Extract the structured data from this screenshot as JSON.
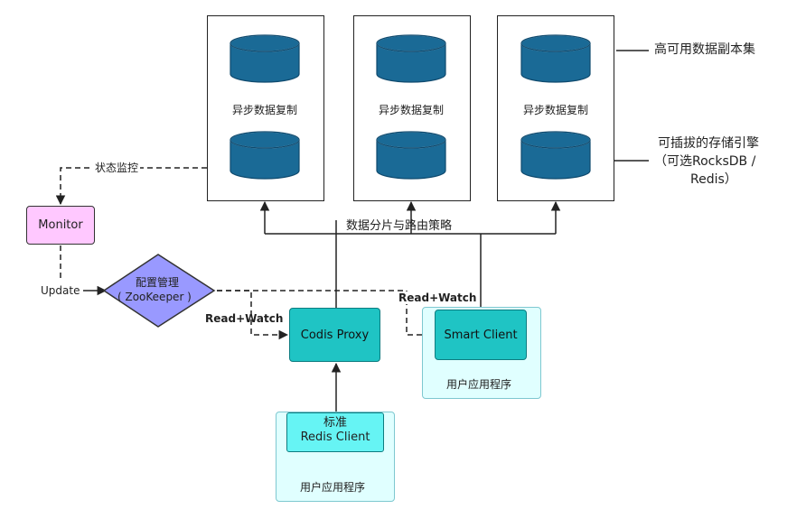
{
  "shards": [
    {
      "replication_label": "异步数据复制"
    },
    {
      "replication_label": "异步数据复制"
    },
    {
      "replication_label": "异步数据复制"
    }
  ],
  "annotations": {
    "ha_replica_set": "高可用数据副本集",
    "pluggable_storage_line1": "可插拔的存储引擎",
    "pluggable_storage_line2": "（可选RocksDB /",
    "pluggable_storage_line3": "Redis）",
    "sharding_routing": "数据分片与路由策略",
    "status_monitor": "状态监控",
    "update": "Update",
    "read_watch_proxy": "Read+Watch",
    "read_watch_client": "Read+Watch"
  },
  "nodes": {
    "monitor": "Monitor",
    "zookeeper_line1": "配置管理",
    "zookeeper_line2": "( ZooKeeper )",
    "codis_proxy": "Codis Proxy",
    "smart_client": "Smart Client",
    "std_client_line1": "标准",
    "std_client_line2": "Redis Client",
    "user_app_1": "用户应用程序",
    "user_app_2": "用户应用程序"
  },
  "colors": {
    "db_fill": "#1a6a96",
    "db_stroke": "#0f4a6e",
    "teal": "#1fc4c4",
    "app_bg": "#e0ffff",
    "monitor": "#ffc8ff",
    "diamond": "#9999ff"
  }
}
